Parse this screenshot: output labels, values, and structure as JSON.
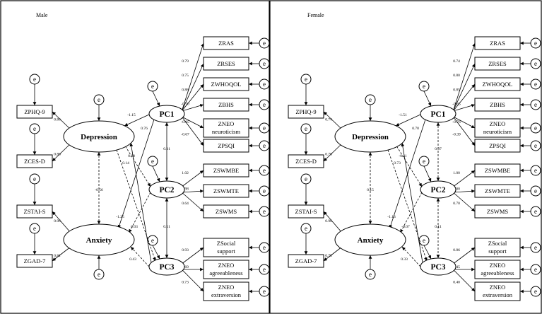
{
  "panels": [
    {
      "title": "Male",
      "composites": [
        "PC1",
        "PC2",
        "PC3"
      ],
      "latents": [
        "Depression",
        "Anxiety"
      ],
      "indicators_left": [
        "ZPHQ-9",
        "ZCES-D",
        "ZSTAI-S",
        "ZGAD-7"
      ],
      "indicators_right": [
        [
          "ZRAS"
        ],
        [
          "ZRSES"
        ],
        [
          "ZWHOQOL"
        ],
        [
          "ZBHS"
        ],
        [
          "ZNEO",
          "neuroticism"
        ],
        [
          "ZPSQI"
        ],
        [
          "ZSWMBE"
        ],
        [
          "ZSWMTE"
        ],
        [
          "ZSWMS"
        ],
        [
          "ZSocial",
          "support"
        ],
        [
          "ZNEO",
          "agreeableness"
        ],
        [
          "ZNEO",
          "extraversion"
        ]
      ],
      "loadings_left": [
        "0.86",
        "0.88",
        "0.96",
        "0.81"
      ],
      "loadings_right": [
        "0.79",
        "0.75",
        "0.88",
        "-0.70",
        "-0.85",
        "-0.67",
        "1.02",
        "0.98",
        "0.64",
        "0.93",
        "0.69",
        "0.73"
      ],
      "paths": [
        "-1.15",
        "0.76",
        "-1.25",
        "0.08",
        "0.14",
        "0.03",
        "0.43"
      ],
      "covariances": [
        "-0.56",
        "0.31",
        "0.51"
      ]
    },
    {
      "title": "Female",
      "composites": [
        "PC1",
        "PC2",
        "PC3"
      ],
      "latents": [
        "Depression",
        "Anxiety"
      ],
      "indicators_left": [
        "ZPHQ-9",
        "ZCES-D",
        "ZSTAI-S",
        "ZGAD-7"
      ],
      "indicators_right": [
        [
          "ZRAS"
        ],
        [
          "ZRSES"
        ],
        [
          "ZWHOQOL"
        ],
        [
          "ZBHS"
        ],
        [
          "ZNEO",
          "neuroticism"
        ],
        [
          "ZPSQI"
        ],
        [
          "ZSWMBE"
        ],
        [
          "ZSWMTE"
        ],
        [
          "ZSWMS"
        ],
        [
          "ZSocial",
          "support"
        ],
        [
          "ZNEO",
          "agreeableness"
        ],
        [
          "ZNEO",
          "extraversion"
        ]
      ],
      "loadings_left": [
        "0.74",
        "0.76",
        "0.96",
        "0.78"
      ],
      "loadings_right": [
        "0.74",
        "0.80",
        "0.85",
        "-0.65",
        "-0.76",
        "-0.39",
        "1.00",
        "1.00",
        "0.70",
        "0.86",
        "0.45",
        "0.40"
      ],
      "paths": [
        "-1.51",
        "0.78",
        "-1.13",
        "-0.11",
        "0.73",
        "-0.07",
        "0.33"
      ],
      "covariances": [
        "0.15",
        "0.07",
        "0.11"
      ]
    }
  ],
  "error_label": "e"
}
